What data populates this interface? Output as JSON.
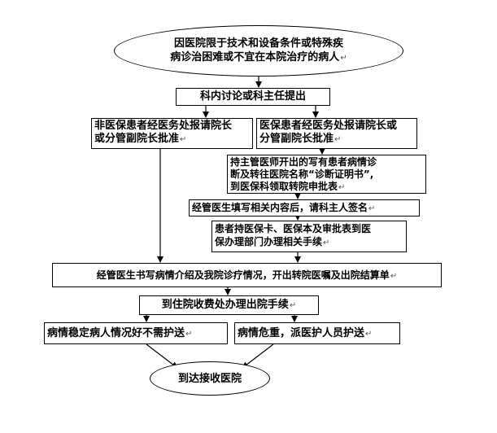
{
  "colors": {
    "line": "#000000",
    "box_fill": "#ffffff",
    "text": "#000000"
  },
  "nodes": {
    "start_line1": "因医院限于技术和设备条件或特殊疾",
    "start_line2": "病诊治困难或不宜在本院治疗的病人",
    "discussion": "科内讨论或科主任提出",
    "non_insured_line1": "非医保患者经医务处报请院长",
    "non_insured_line2": "或分管副院长批准",
    "insured_line1": "医保患者经医务处报请院长或",
    "insured_line2": "分管副院长批准",
    "certificate_line1": "持主管医师开出的写有患者病情诊",
    "certificate_line2": "断及转往医院名称“诊断证明书”,",
    "certificate_line3": "到医保科领取转院申批表",
    "fill_form": "经管医生填写相关内容后，请科主人签名",
    "insurance_card_line1": "患者持医保卡、医保本及审批表到医",
    "insurance_card_line2": "保办理部门办理相关手续",
    "referral": "经管医生书写病情介绍及我院诊疗情况，开出转院医嘱及出院结算单",
    "discharge": "到住院收费处办理出院手续",
    "stable": "病情稳定病人情况好不需护送",
    "critical": "病情危重，派医护人员护送",
    "end": "到达接收医院",
    "paragraph_mark": "↵"
  }
}
